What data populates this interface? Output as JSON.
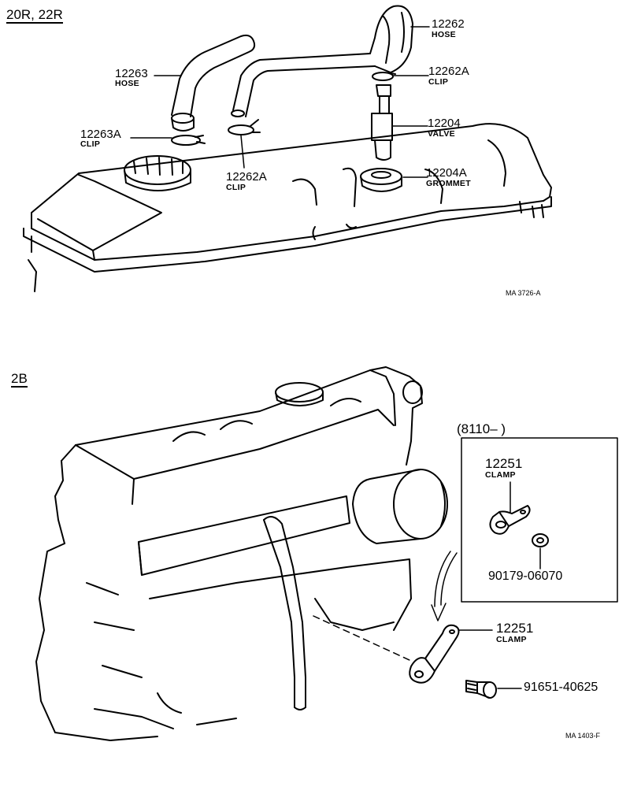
{
  "top_section": {
    "heading": "20R, 22R",
    "figure_code": "MA 3726-A",
    "parts": [
      {
        "number": "12263",
        "name": "HOSE"
      },
      {
        "number": "12263A",
        "name": "CLIP"
      },
      {
        "number": "12262",
        "name": "HOSE"
      },
      {
        "number": "12262A",
        "name": "CLIP"
      },
      {
        "number": "12262A",
        "name": "CLIP"
      },
      {
        "number": "12204",
        "name": "VALVE"
      },
      {
        "number": "12204A",
        "name": "GROMMET"
      }
    ]
  },
  "bottom_section": {
    "heading": "2B",
    "figure_code": "MA 1403-F",
    "inset": {
      "title": "(8110–        )",
      "parts": [
        {
          "number": "12251",
          "name": "CLAMP"
        },
        {
          "number": "90179-06070"
        }
      ]
    },
    "parts": [
      {
        "number": "12251",
        "name": "CLAMP"
      },
      {
        "number": "91651-40625"
      }
    ]
  }
}
